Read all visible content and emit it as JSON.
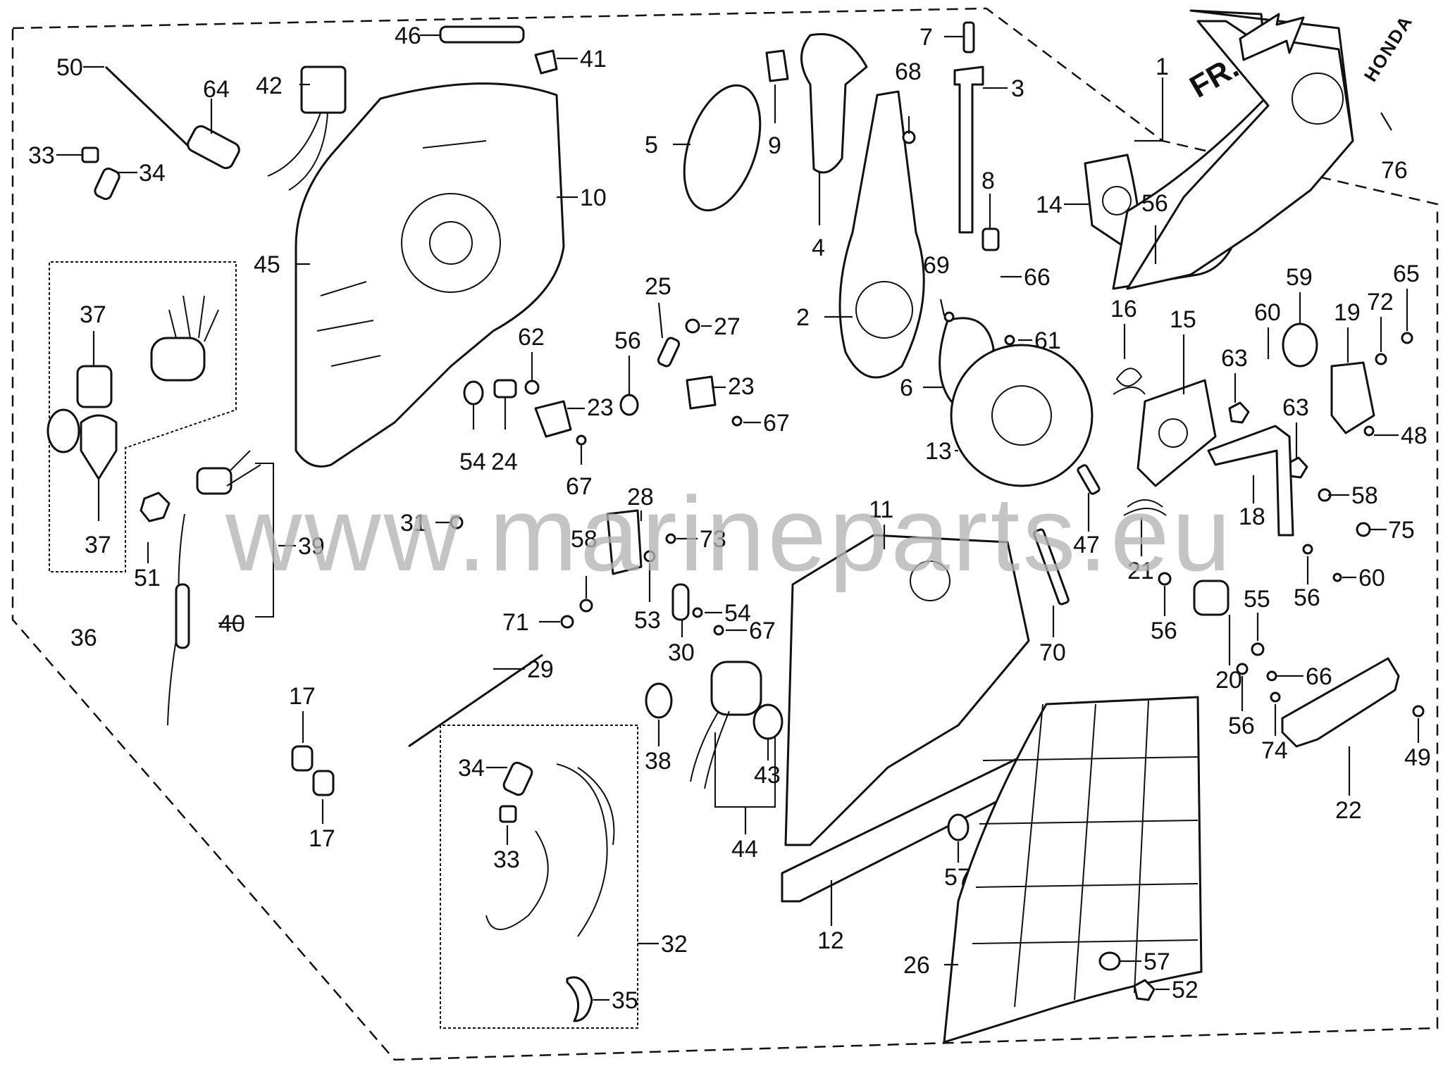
{
  "diagram": {
    "watermark": "www.marineparts.eu",
    "direction_marker": "FR.",
    "cover_brand": "HONDA",
    "callouts": [
      {
        "id": "c50",
        "label": "50"
      },
      {
        "id": "c64",
        "label": "64"
      },
      {
        "id": "c42",
        "label": "42"
      },
      {
        "id": "c46",
        "label": "46"
      },
      {
        "id": "c41",
        "label": "41"
      },
      {
        "id": "c33a",
        "label": "33"
      },
      {
        "id": "c34a",
        "label": "34"
      },
      {
        "id": "c10",
        "label": "10"
      },
      {
        "id": "c45",
        "label": "45"
      },
      {
        "id": "c5",
        "label": "5"
      },
      {
        "id": "c9",
        "label": "9"
      },
      {
        "id": "c4",
        "label": "4"
      },
      {
        "id": "c7",
        "label": "7"
      },
      {
        "id": "c68",
        "label": "68"
      },
      {
        "id": "c3",
        "label": "3"
      },
      {
        "id": "c8",
        "label": "8"
      },
      {
        "id": "c66a",
        "label": "66"
      },
      {
        "id": "c69",
        "label": "69"
      },
      {
        "id": "c2",
        "label": "2"
      },
      {
        "id": "c1",
        "label": "1"
      },
      {
        "id": "c14",
        "label": "14"
      },
      {
        "id": "c56a",
        "label": "56"
      },
      {
        "id": "c76",
        "label": "76"
      },
      {
        "id": "c37a",
        "label": "37"
      },
      {
        "id": "c37b",
        "label": "37"
      },
      {
        "id": "c36",
        "label": "36"
      },
      {
        "id": "c25",
        "label": "25"
      },
      {
        "id": "c27",
        "label": "27"
      },
      {
        "id": "c56b",
        "label": "56"
      },
      {
        "id": "c62",
        "label": "62"
      },
      {
        "id": "c23a",
        "label": "23"
      },
      {
        "id": "c23b",
        "label": "23"
      },
      {
        "id": "c67a",
        "label": "67"
      },
      {
        "id": "c54a",
        "label": "54"
      },
      {
        "id": "c24",
        "label": "24"
      },
      {
        "id": "c67b",
        "label": "67"
      },
      {
        "id": "c6",
        "label": "6"
      },
      {
        "id": "c61",
        "label": "61"
      },
      {
        "id": "c13",
        "label": "13"
      },
      {
        "id": "c16",
        "label": "16"
      },
      {
        "id": "c15",
        "label": "15"
      },
      {
        "id": "c60a",
        "label": "60"
      },
      {
        "id": "c59",
        "label": "59"
      },
      {
        "id": "c19",
        "label": "19"
      },
      {
        "id": "c72",
        "label": "72"
      },
      {
        "id": "c65",
        "label": "65"
      },
      {
        "id": "c63a",
        "label": "63"
      },
      {
        "id": "c63b",
        "label": "63"
      },
      {
        "id": "c48",
        "label": "48"
      },
      {
        "id": "c58a",
        "label": "58"
      },
      {
        "id": "c18",
        "label": "18"
      },
      {
        "id": "c75",
        "label": "75"
      },
      {
        "id": "c47",
        "label": "47"
      },
      {
        "id": "c21",
        "label": "21"
      },
      {
        "id": "c60b",
        "label": "60"
      },
      {
        "id": "c56c",
        "label": "56"
      },
      {
        "id": "c11",
        "label": "11"
      },
      {
        "id": "c31",
        "label": "31"
      },
      {
        "id": "c28",
        "label": "28"
      },
      {
        "id": "c73",
        "label": "73"
      },
      {
        "id": "c58b",
        "label": "58"
      },
      {
        "id": "c39",
        "label": "39"
      },
      {
        "id": "c51",
        "label": "51"
      },
      {
        "id": "c40",
        "label": "40"
      },
      {
        "id": "c71",
        "label": "71"
      },
      {
        "id": "c53",
        "label": "53"
      },
      {
        "id": "c54b",
        "label": "54"
      },
      {
        "id": "c67c",
        "label": "67"
      },
      {
        "id": "c30",
        "label": "30"
      },
      {
        "id": "c70",
        "label": "70"
      },
      {
        "id": "c56d",
        "label": "56"
      },
      {
        "id": "c55",
        "label": "55"
      },
      {
        "id": "c20",
        "label": "20"
      },
      {
        "id": "c66b",
        "label": "66"
      },
      {
        "id": "c56e",
        "label": "56"
      },
      {
        "id": "c74",
        "label": "74"
      },
      {
        "id": "c49",
        "label": "49"
      },
      {
        "id": "c22",
        "label": "22"
      },
      {
        "id": "c17a",
        "label": "17"
      },
      {
        "id": "c17b",
        "label": "17"
      },
      {
        "id": "c29",
        "label": "29"
      },
      {
        "id": "c34b",
        "label": "34"
      },
      {
        "id": "c33b",
        "label": "33"
      },
      {
        "id": "c38",
        "label": "38"
      },
      {
        "id": "c43",
        "label": "43"
      },
      {
        "id": "c44",
        "label": "44"
      },
      {
        "id": "c57a",
        "label": "57"
      },
      {
        "id": "c32",
        "label": "32"
      },
      {
        "id": "c35",
        "label": "35"
      },
      {
        "id": "c12",
        "label": "12"
      },
      {
        "id": "c26",
        "label": "26"
      },
      {
        "id": "c57b",
        "label": "57"
      },
      {
        "id": "c52",
        "label": "52"
      }
    ]
  }
}
